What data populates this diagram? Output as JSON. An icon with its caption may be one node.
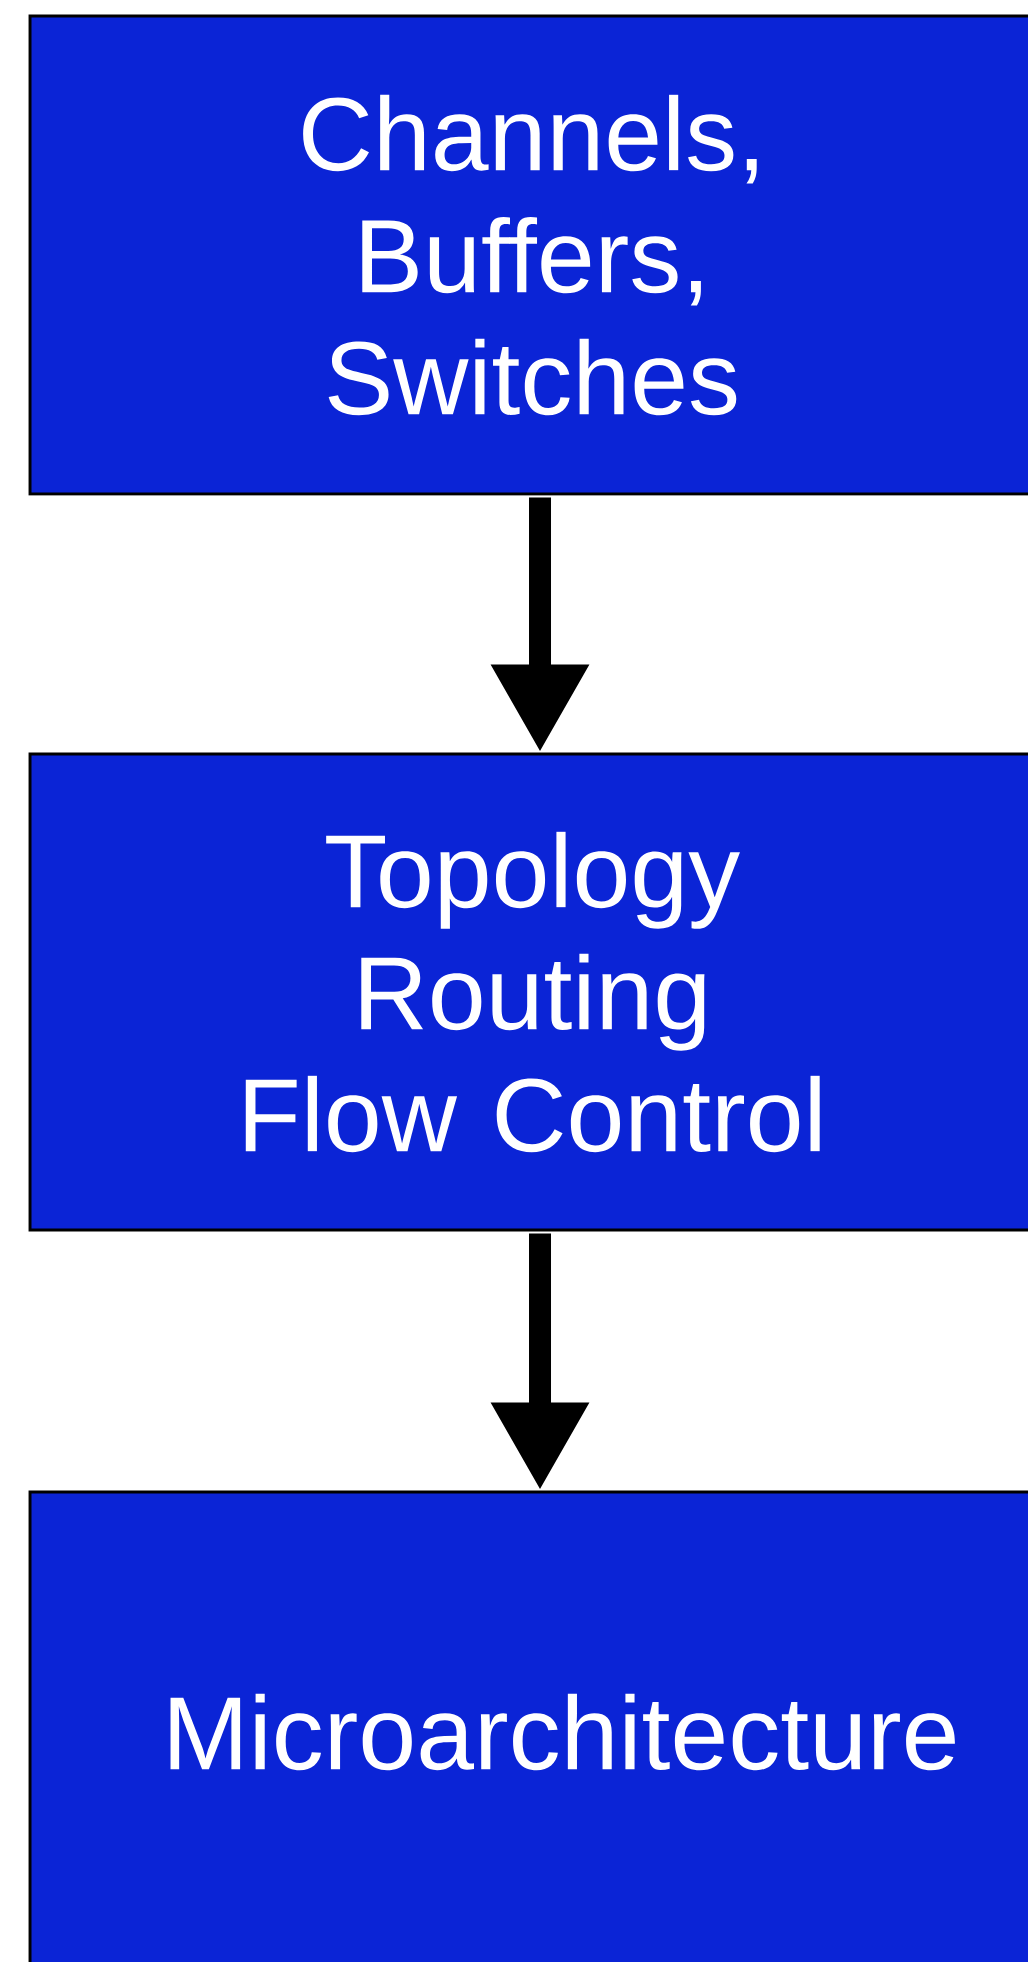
{
  "diagram": {
    "nodes": [
      {
        "text": [
          "Channels, Buffers, Switches"
        ]
      },
      {
        "text": [
          "Topology Routing Flow Control"
        ]
      },
      {
        "text": [
          "Microarchitecture"
        ]
      }
    ],
    "edges": [
      {
        "from": 0,
        "to": 1,
        "arrow": "to"
      },
      {
        "from": 1,
        "to": 2,
        "arrow": "to"
      }
    ]
  }
}
